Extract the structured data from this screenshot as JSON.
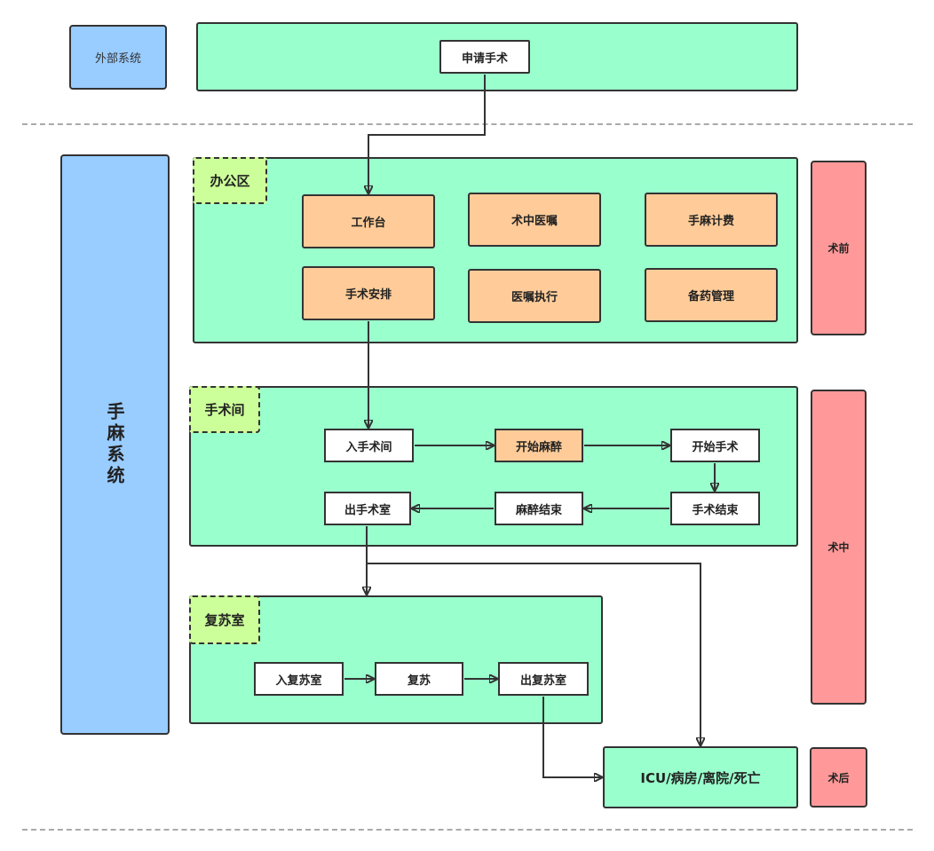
{
  "header": {
    "external_system_label": "外部系统",
    "apply_surgery_label": "申请手术"
  },
  "sidebar": {
    "system_title": "手麻系统"
  },
  "phases": {
    "pre_op": "术前",
    "intra_op": "术中",
    "post_op": "术后"
  },
  "office": {
    "tag": "办公区",
    "items": [
      "工作台",
      "术中医嘱",
      "手麻计费",
      "手术安排",
      "医嘱执行",
      "备药管理"
    ]
  },
  "operating_room": {
    "tag": "手术间",
    "steps": [
      "入手术间",
      "开始麻醉",
      "开始手术",
      "手术结束",
      "麻醉结束",
      "出手术室"
    ]
  },
  "recovery_room": {
    "tag": "复苏室",
    "steps": [
      "入复苏室",
      "复苏",
      "出复苏室"
    ]
  },
  "destination": {
    "label": "ICU/病房/离院/死亡"
  },
  "colors": {
    "panel": "#99ffcc",
    "blue": "#99ccff",
    "red": "#ff9999",
    "orange": "#ffcc99",
    "tag": "#ccff99"
  }
}
